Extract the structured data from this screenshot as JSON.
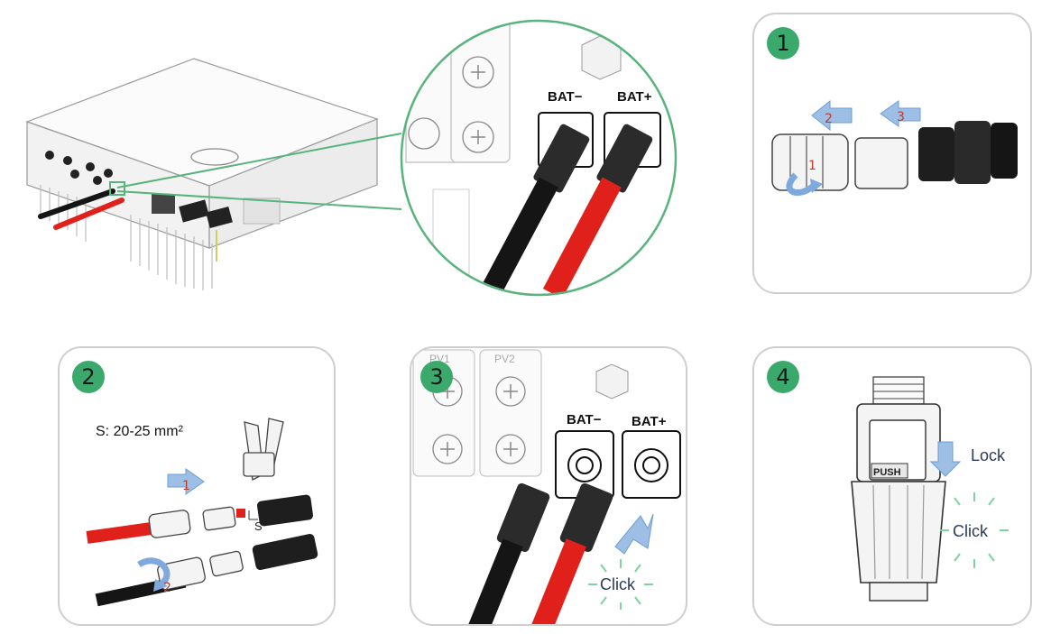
{
  "overview": {
    "bat_minus": "BAT−",
    "bat_plus": "BAT+"
  },
  "panel1": {
    "badge": "1",
    "arrow2": "2",
    "arrow3": "3",
    "twist1": "1"
  },
  "panel2": {
    "badge": "2",
    "spec": "S: 20-25 mm²",
    "arrow1": "1",
    "twist2": "2",
    "dim_s": "S"
  },
  "panel3": {
    "badge": "3",
    "pv1": "PV1",
    "pv2": "PV2",
    "bat_minus": "BAT−",
    "bat_plus": "BAT+",
    "click": "Click"
  },
  "panel4": {
    "badge": "4",
    "lock": "Lock",
    "click": "Click",
    "push": "PUSH"
  },
  "colors": {
    "badge_green": "#3aa96b",
    "zoom_green": "#58b37c",
    "arrow_blue": "#9dbfe6",
    "cable_red": "#e0201b",
    "cable_black": "#151515"
  }
}
